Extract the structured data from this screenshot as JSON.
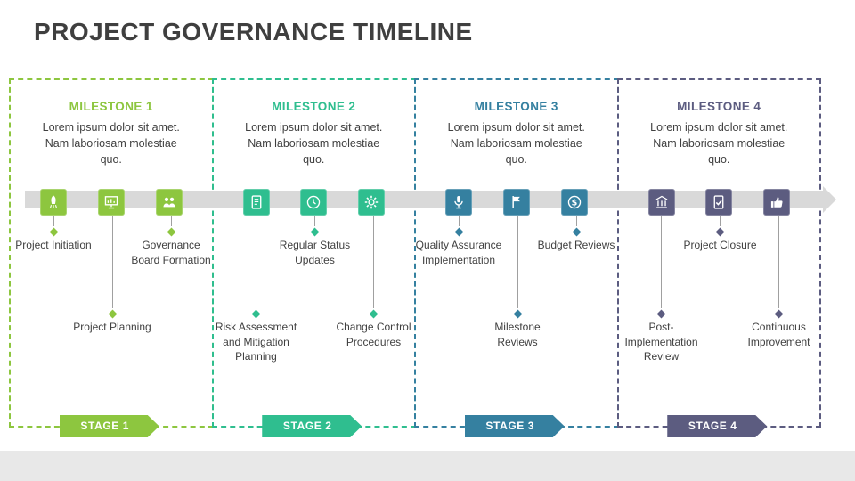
{
  "slide": {
    "title": "PROJECT GOVERNANCE TIMELINE"
  },
  "colors": {
    "milestone_1": "#8DC63F",
    "milestone_2": "#2FBE8F",
    "milestone_3": "#3580A0",
    "milestone_4": "#5C5C80",
    "timeline_band": "#D9D9D9",
    "body_text": "#404040",
    "title_text": "#3F3F3F"
  },
  "milestones": [
    {
      "heading": "MILESTONE 1",
      "description": "Lorem ipsum dolor sit amet. Nam laboriosam molestiae quo.",
      "stage_label": "STAGE 1",
      "color": "#8DC63F",
      "items": [
        {
          "label": "Project Initiation",
          "icon": "rocket-icon",
          "row": "upper"
        },
        {
          "label": "Project Planning",
          "icon": "planning-chart-icon",
          "row": "lower"
        },
        {
          "label": "Governance Board Formation",
          "icon": "team-board-icon",
          "row": "upper"
        }
      ]
    },
    {
      "heading": "MILESTONE 2",
      "description": "Lorem ipsum dolor sit amet. Nam laboriosam molestiae quo.",
      "stage_label": "STAGE 2",
      "color": "#2FBE8F",
      "items": [
        {
          "label": "Risk Assessment and Mitigation Planning",
          "icon": "risk-document-icon",
          "row": "lower"
        },
        {
          "label": "Regular Status Updates",
          "icon": "status-clock-icon",
          "row": "upper"
        },
        {
          "label": "Change Control Procedures",
          "icon": "change-gear-icon",
          "row": "lower"
        }
      ]
    },
    {
      "heading": "MILESTONE 3",
      "description": "Lorem ipsum dolor sit amet. Nam laboriosam molestiae quo.",
      "stage_label": "STAGE 3",
      "color": "#3580A0",
      "items": [
        {
          "label": "Quality Assurance Implementation",
          "icon": "quality-mic-icon",
          "row": "upper"
        },
        {
          "label": "Milestone Reviews",
          "icon": "milestone-flag-icon",
          "row": "lower"
        },
        {
          "label": "Budget Reviews",
          "icon": "budget-dollar-icon",
          "row": "upper"
        }
      ]
    },
    {
      "heading": "MILESTONE 4",
      "description": "Lorem ipsum dolor sit amet. Nam laboriosam molestiae quo.",
      "stage_label": "STAGE 4",
      "color": "#5C5C80",
      "items": [
        {
          "label": "Post-Implementation Review",
          "icon": "building-icon",
          "row": "lower"
        },
        {
          "label": "Project Closure",
          "icon": "document-check-icon",
          "row": "upper"
        },
        {
          "label": "Continuous Improvement",
          "icon": "thumbs-up-icon",
          "row": "lower"
        }
      ]
    }
  ]
}
